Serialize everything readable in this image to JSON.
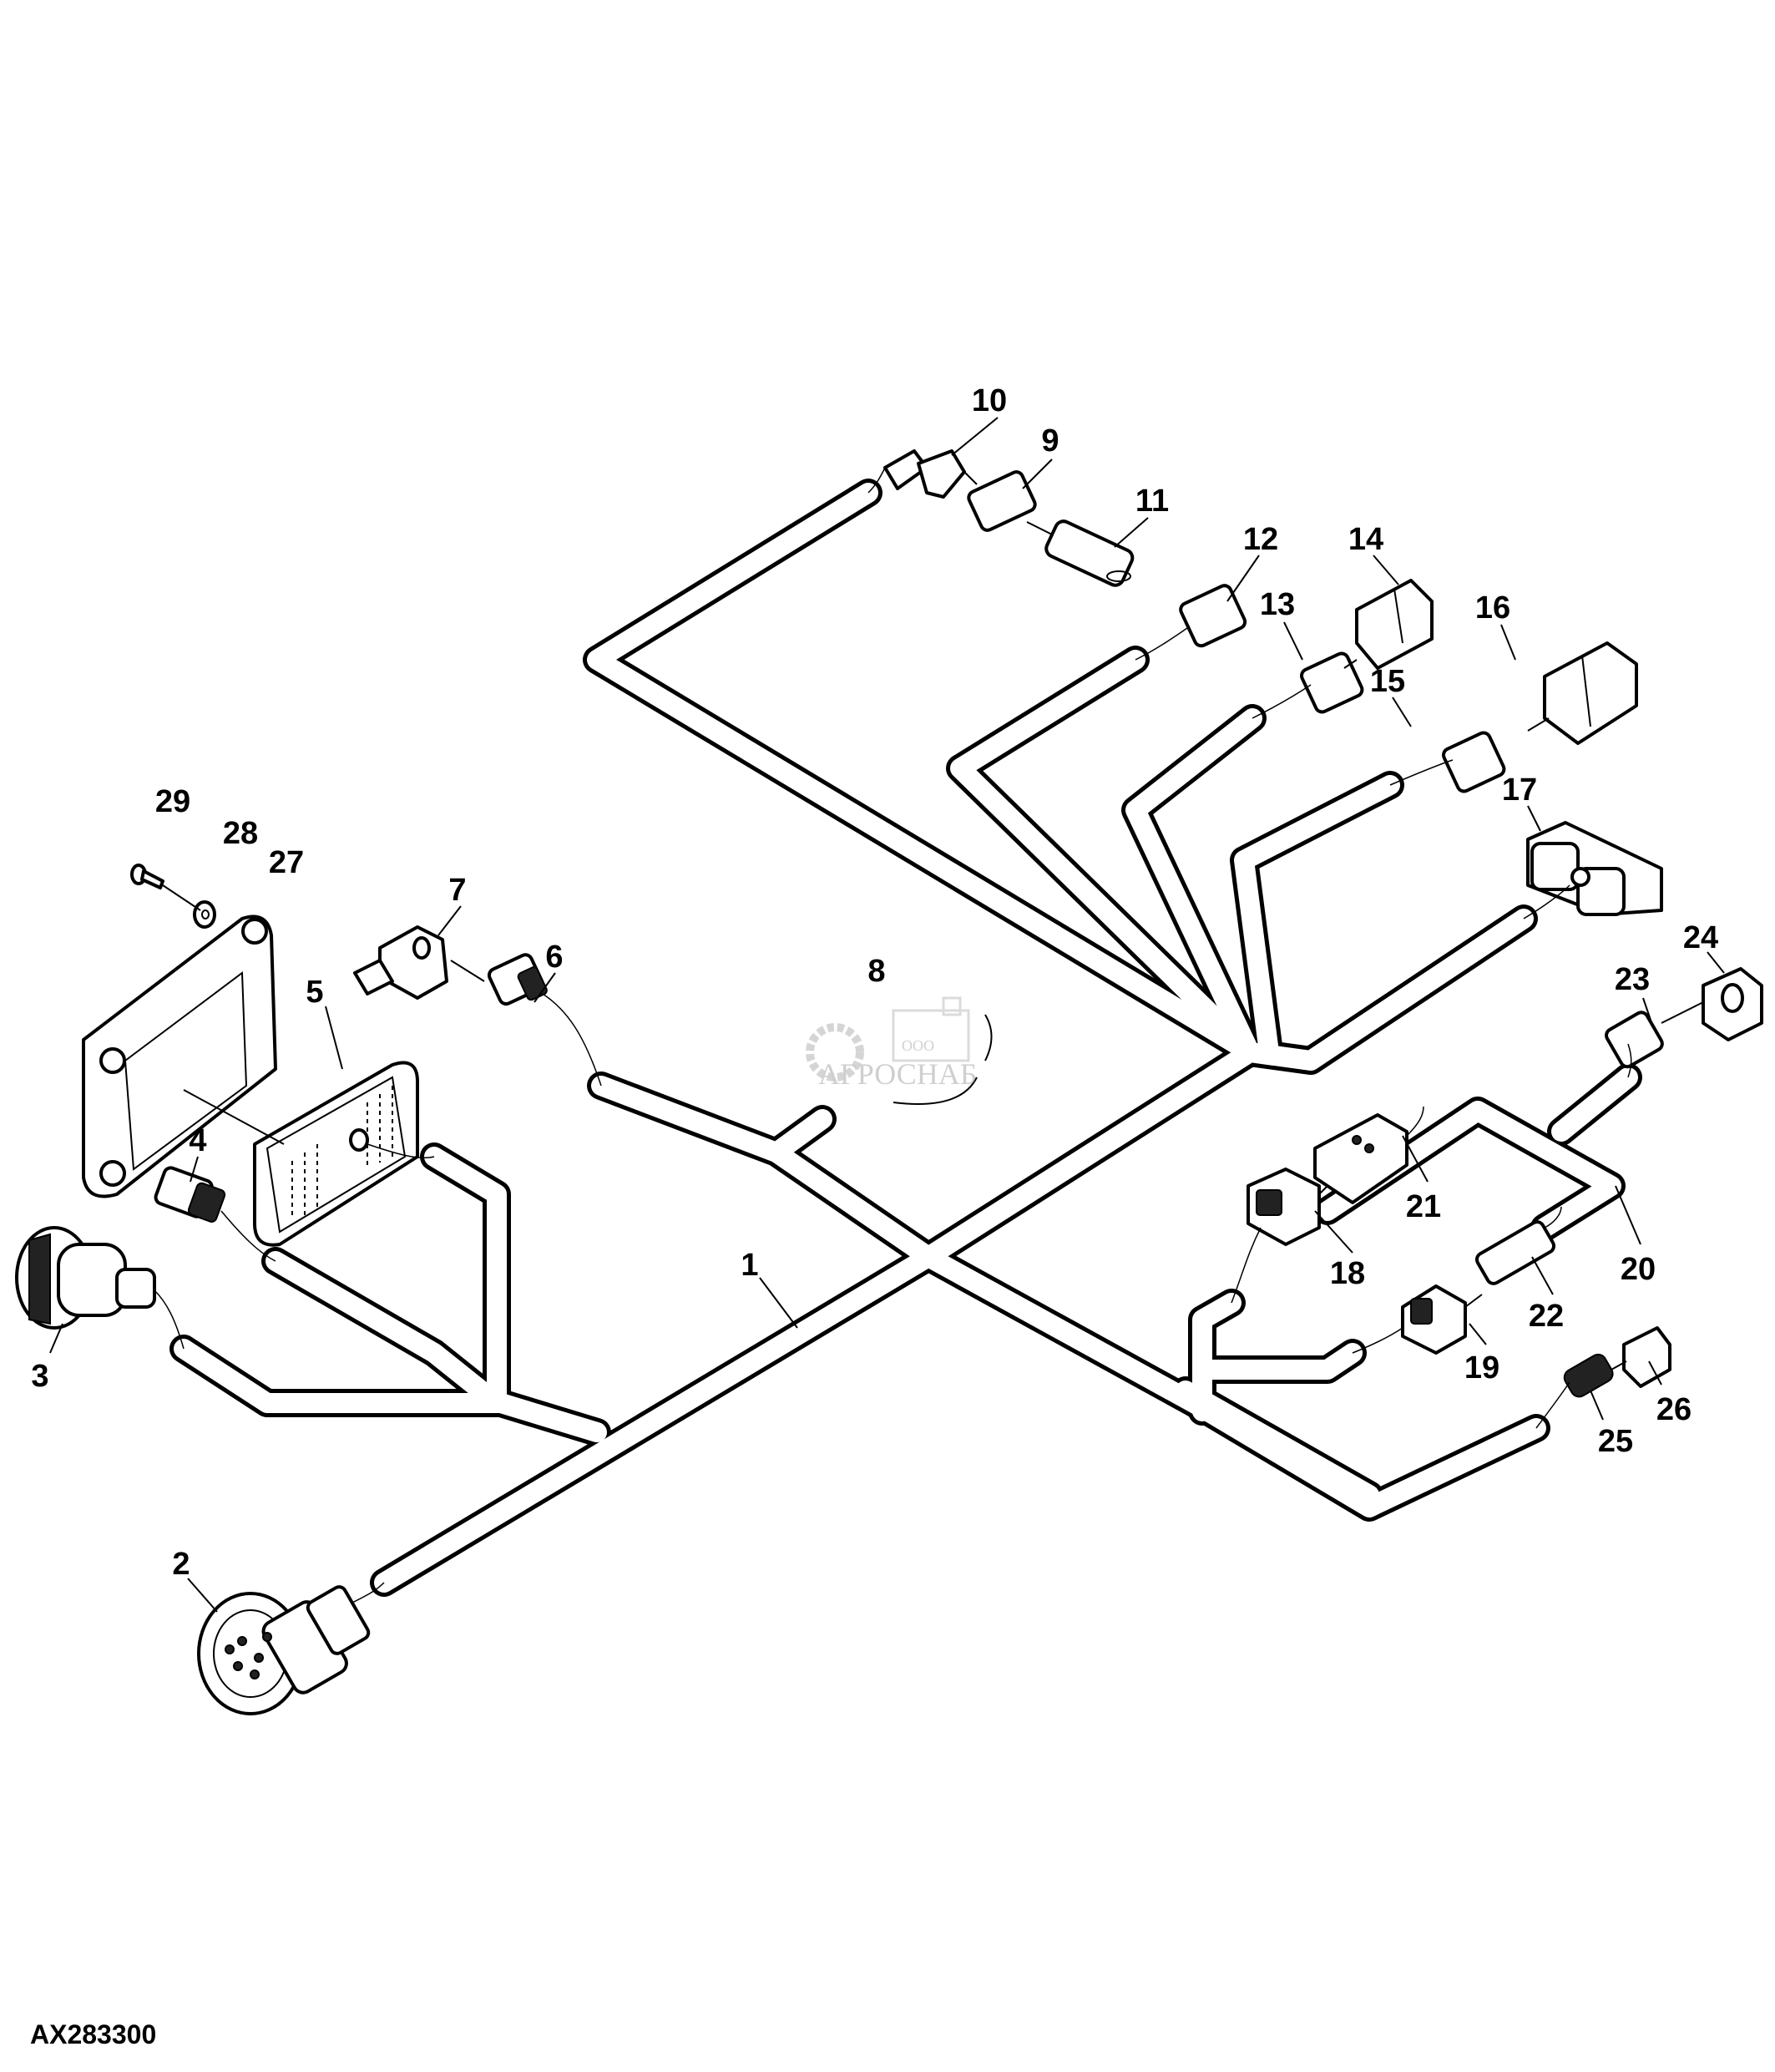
{
  "figure_id": "AX283300",
  "watermark": {
    "prefix": "ООО",
    "name": "АГРОСНАБ"
  },
  "callouts": [
    {
      "id": "1",
      "label": "1",
      "part": "harness-main"
    },
    {
      "id": "2",
      "label": "2",
      "part": "round-connector-large"
    },
    {
      "id": "3",
      "label": "3",
      "part": "round-connector"
    },
    {
      "id": "4",
      "label": "4",
      "part": "connector"
    },
    {
      "id": "5",
      "label": "5",
      "part": "ecu-connector"
    },
    {
      "id": "6",
      "label": "6",
      "part": "connector"
    },
    {
      "id": "7",
      "label": "7",
      "part": "bracket"
    },
    {
      "id": "8",
      "label": "8",
      "part": "clip"
    },
    {
      "id": "9",
      "label": "9",
      "part": "connector"
    },
    {
      "id": "10",
      "label": "10",
      "part": "connector-housing"
    },
    {
      "id": "11",
      "label": "11",
      "part": "terminator"
    },
    {
      "id": "12",
      "label": "12",
      "part": "connector"
    },
    {
      "id": "13",
      "label": "13",
      "part": "connector"
    },
    {
      "id": "14",
      "label": "14",
      "part": "plug"
    },
    {
      "id": "15",
      "label": "15",
      "part": "connector"
    },
    {
      "id": "16",
      "label": "16",
      "part": "plug"
    },
    {
      "id": "17",
      "label": "17",
      "part": "multi-pin-connector"
    },
    {
      "id": "18",
      "label": "18",
      "part": "connector"
    },
    {
      "id": "19",
      "label": "19",
      "part": "connector"
    },
    {
      "id": "20",
      "label": "20",
      "part": "harness-branch"
    },
    {
      "id": "21",
      "label": "21",
      "part": "plug"
    },
    {
      "id": "22",
      "label": "22",
      "part": "connector"
    },
    {
      "id": "23",
      "label": "23",
      "part": "connector"
    },
    {
      "id": "24",
      "label": "24",
      "part": "connector"
    },
    {
      "id": "25",
      "label": "25",
      "part": "connector"
    },
    {
      "id": "26",
      "label": "26",
      "part": "plug"
    },
    {
      "id": "27",
      "label": "27",
      "part": "housing-frame"
    },
    {
      "id": "28",
      "label": "28",
      "part": "washer"
    },
    {
      "id": "29",
      "label": "29",
      "part": "screw"
    }
  ]
}
